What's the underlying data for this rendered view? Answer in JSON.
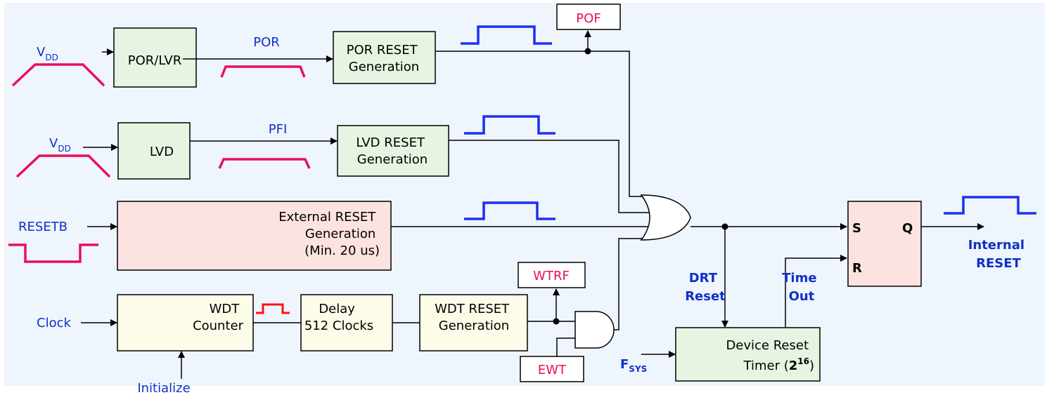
{
  "colors": {
    "background": "#eef5fc",
    "green_block": "#e8f4e2",
    "pink_block": "#fde2e2",
    "yellow_block": "#fcfce8",
    "flag_box": "#ffffff",
    "signal_blue": "#1030c8",
    "signal_pink": "#e8105a",
    "waveform_blue": "#1f2ef0",
    "waveform_red": "#ff1010"
  },
  "inputs": {
    "vdd1_main": "V",
    "vdd1_sub": "DD",
    "vdd2_main": "V",
    "vdd2_sub": "DD",
    "resetb": "RESETB",
    "clock": "Clock",
    "initialize": "Initialize",
    "fsys_main": "F",
    "fsys_sub": "SYS"
  },
  "blocks": {
    "por_lvr": "POR/LVR",
    "por_reset": [
      "POR RESET",
      "Generation"
    ],
    "lvd": "LVD",
    "lvd_reset": [
      "LVD RESET",
      "Generation"
    ],
    "external_reset": [
      "External RESET",
      "Generation",
      "(Min. 20 us)"
    ],
    "wdt_counter": [
      "WDT",
      "Counter"
    ],
    "delay": [
      "Delay",
      "512 Clocks"
    ],
    "wdt_reset": [
      "WDT RESET",
      "Generation"
    ],
    "device_reset_timer_line1": "Device Reset",
    "device_reset_timer_line2": "Timer (",
    "device_reset_timer_exp_base": "2",
    "device_reset_timer_exp_power": "16",
    "device_reset_timer_close": ")",
    "flipflop_s": "S",
    "flipflop_r": "R",
    "flipflop_q": "Q"
  },
  "signals": {
    "por": "POR",
    "pfi": "PFI",
    "drt_reset": [
      "DRT",
      "Reset"
    ],
    "time_out": [
      "Time",
      "Out"
    ],
    "internal_reset": [
      "Internal",
      "RESET"
    ]
  },
  "flags": {
    "pof": "POF",
    "wtrf": "WTRF",
    "ewt": "EWT"
  }
}
